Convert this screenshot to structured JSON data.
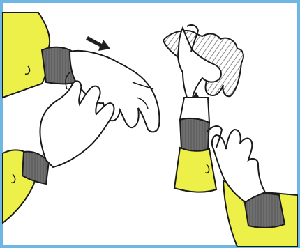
{
  "illustration": {
    "colors": {
      "frame_border": "#6fb6e3",
      "background": "#ffffff",
      "sleeve_yellow": "#eef04a",
      "cuff_gray": "#6f6f6f",
      "glove_white": "#ffffff",
      "glove_removed_hatch": "#c8c8c8",
      "outline": "#1a1a1a",
      "arrow": "#1f1f1f"
    },
    "panels": [
      {
        "name": "left-panel",
        "arrow_direction": "down-right",
        "description_icon": "glove-pull-arrow-icon"
      },
      {
        "name": "right-panel",
        "arrow_direction": "up",
        "description_icon": "glove-remove-arrow-icon"
      }
    ]
  }
}
